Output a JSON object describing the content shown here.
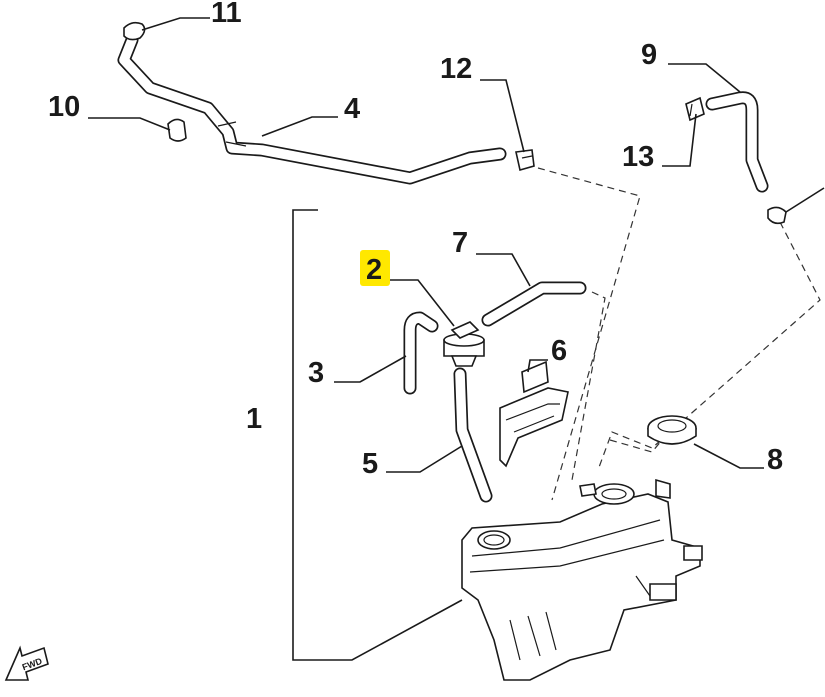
{
  "callouts": {
    "c1": "1",
    "c2": "2",
    "c3": "3",
    "c4": "4",
    "c5": "5",
    "c6": "6",
    "c7": "7",
    "c8": "8",
    "c9": "9",
    "c10": "10",
    "c11": "11",
    "c12": "12",
    "c13": "13"
  },
  "fwd_label": "FWD",
  "colors": {
    "ink": "#1a1a1a",
    "highlight": "#ffe800",
    "background": "#ffffff"
  }
}
